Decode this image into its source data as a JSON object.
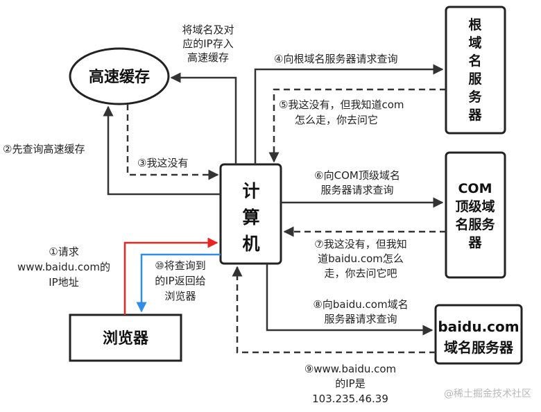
{
  "nodes": {
    "cache": "高速缓存",
    "computer": [
      "计",
      "算",
      "机"
    ],
    "root_server": [
      "根",
      "域",
      "名",
      "服",
      "务",
      "器"
    ],
    "com_server": [
      "COM",
      "顶级域",
      "名服务",
      "器"
    ],
    "baidu_server": [
      "baidu.com",
      "域名服务器"
    ],
    "browser": "浏览器"
  },
  "notes": {
    "store_cache": [
      "将域名及对",
      "应的IP存入",
      "高速缓存"
    ],
    "query_cache": "②先查询高速缓存",
    "cache_none": "③我这没有",
    "ask_root": "④向根域名服务器请求查询",
    "root_reply": [
      "⑤我这没有，但我知道com",
      "怎么走，你去问它"
    ],
    "ask_com": [
      "⑥向COM顶级域名",
      "服务器请求查询"
    ],
    "com_reply": [
      "⑦我这没有，但我知",
      "道baidu.com怎么",
      "走，你去问它吧"
    ],
    "ask_baidu": [
      "⑧向baidu.com域名",
      "服务器请求查询"
    ],
    "baidu_reply": [
      "⑨www.baidu.com",
      "的IP是",
      "103.235.46.39"
    ],
    "browser_request": [
      "①请求",
      "www.baidu.com的",
      "IP地址"
    ],
    "return_ip": [
      "⑩将查询到",
      "的IP返回给",
      "浏览器"
    ]
  },
  "watermark": "@稀土掘金技术社区",
  "colors": {
    "line": "#333333",
    "request": "#e8261f",
    "response": "#2e8de6"
  }
}
